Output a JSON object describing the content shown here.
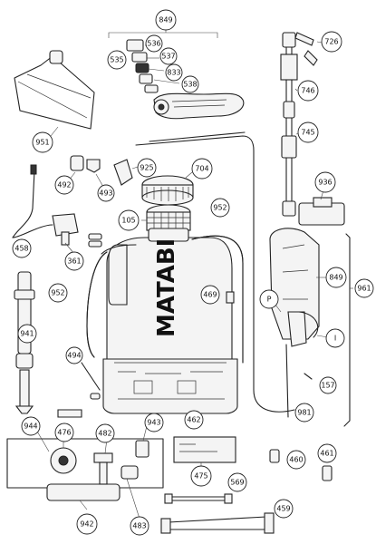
{
  "brand": "MATABI",
  "callouts": [
    {
      "id": "849",
      "label": "849"
    },
    {
      "id": "536",
      "label": "536"
    },
    {
      "id": "537",
      "label": "537"
    },
    {
      "id": "535",
      "label": "535"
    },
    {
      "id": "833",
      "label": "833"
    },
    {
      "id": "538",
      "label": "538"
    },
    {
      "id": "726",
      "label": "726"
    },
    {
      "id": "746",
      "label": "746"
    },
    {
      "id": "745",
      "label": "745"
    },
    {
      "id": "951",
      "label": "951"
    },
    {
      "id": "925",
      "label": "925"
    },
    {
      "id": "492",
      "label": "492"
    },
    {
      "id": "493",
      "label": "493"
    },
    {
      "id": "704",
      "label": "704"
    },
    {
      "id": "936",
      "label": "936"
    },
    {
      "id": "105",
      "label": "105"
    },
    {
      "id": "952a",
      "label": "952"
    },
    {
      "id": "458",
      "label": "458"
    },
    {
      "id": "361",
      "label": "361"
    },
    {
      "id": "849b",
      "label": "849"
    },
    {
      "id": "961",
      "label": "961"
    },
    {
      "id": "952b",
      "label": "952"
    },
    {
      "id": "469",
      "label": "469"
    },
    {
      "id": "P",
      "label": "P"
    },
    {
      "id": "I",
      "label": "I"
    },
    {
      "id": "941",
      "label": "941"
    },
    {
      "id": "494",
      "label": "494"
    },
    {
      "id": "157",
      "label": "157"
    },
    {
      "id": "981",
      "label": "981"
    },
    {
      "id": "462",
      "label": "462"
    },
    {
      "id": "944",
      "label": "944"
    },
    {
      "id": "476",
      "label": "476"
    },
    {
      "id": "482",
      "label": "482"
    },
    {
      "id": "943",
      "label": "943"
    },
    {
      "id": "460",
      "label": "460"
    },
    {
      "id": "461",
      "label": "461"
    },
    {
      "id": "475",
      "label": "475"
    },
    {
      "id": "569",
      "label": "569"
    },
    {
      "id": "942",
      "label": "942"
    },
    {
      "id": "483",
      "label": "483"
    },
    {
      "id": "459",
      "label": "459"
    }
  ]
}
